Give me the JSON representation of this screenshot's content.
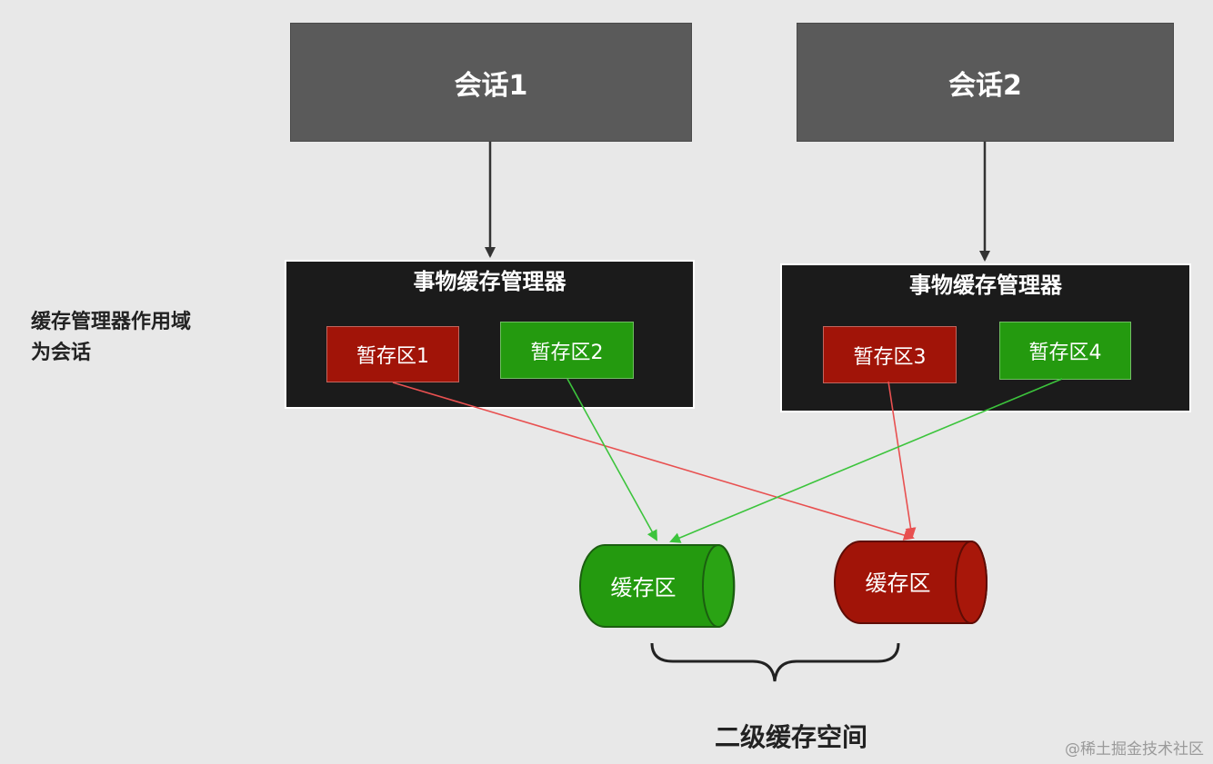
{
  "sessions": [
    {
      "label": "会话1"
    },
    {
      "label": "会话2"
    }
  ],
  "managers": [
    {
      "title": "事物缓存管理器",
      "temps": [
        {
          "label": "暂存区1",
          "color": "#a11408"
        },
        {
          "label": "暂存区2",
          "color": "#249a0f"
        }
      ]
    },
    {
      "title": "事物缓存管理器",
      "temps": [
        {
          "label": "暂存区3",
          "color": "#a11408"
        },
        {
          "label": "暂存区4",
          "color": "#249a0f"
        }
      ]
    }
  ],
  "caches": [
    {
      "label": "缓存区",
      "color": "#249a0f"
    },
    {
      "label": "缓存区",
      "color": "#a11408"
    }
  ],
  "scope_label_line1": "缓存管理器作用域",
  "scope_label_line2": "为会话",
  "space_label": "二级缓存空间",
  "watermark": "@稀土掘金技术社区",
  "colors": {
    "red_arrow": "#e85050",
    "green_arrow": "#3cc43c",
    "dark_arrow": "#333333"
  }
}
